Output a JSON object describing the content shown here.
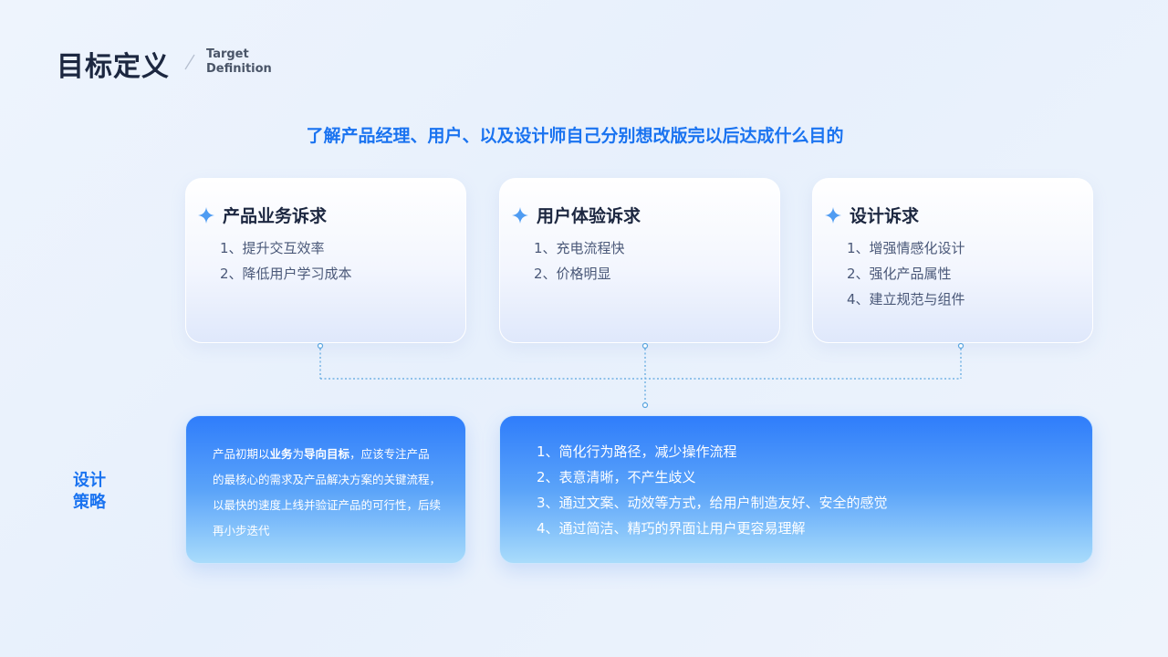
{
  "header": {
    "title": "目标定义",
    "title_en_line1": "Target",
    "title_en_line2": "Definition"
  },
  "subtitle": "了解产品经理、用户、以及设计师自己分别想改版完以后达成什么目的",
  "cards": [
    {
      "title": "产品业务诉求",
      "items": [
        "1、提升交互效率",
        "2、降低用户学习成本"
      ]
    },
    {
      "title": "用户体验诉求",
      "items": [
        "1、充电流程快",
        "2、价格明显"
      ]
    },
    {
      "title": "设计诉求",
      "items": [
        "1、增强情感化设计",
        "2、强化产品属性",
        "4、建立规范与组件"
      ]
    }
  ],
  "strategy": {
    "label_line1": "设计",
    "label_line2": "策略",
    "paragraph": {
      "pre": "产品初期以",
      "bold1": "业务",
      "mid": "为",
      "bold2": "导向目标",
      "post": "，应该专注产品的最核心的需求及产品解决方案的关键流程，以最快的速度上线并验证产品的可行性，后续再小步迭代"
    },
    "items": [
      "1、简化行为路径，减少操作流程",
      "2、表意清晰，不产生歧义",
      "3、通过文案、动效等方式，给用户制造友好、安全的感觉",
      "4、通过简洁、精巧的界面让用户更容易理解"
    ]
  },
  "colors": {
    "accent": "#1a73f0",
    "title": "#1c2740",
    "connector": "#5aa5df",
    "star": "#4f9cf2"
  },
  "icons": {
    "card_bullet": "four-point-star-icon"
  }
}
